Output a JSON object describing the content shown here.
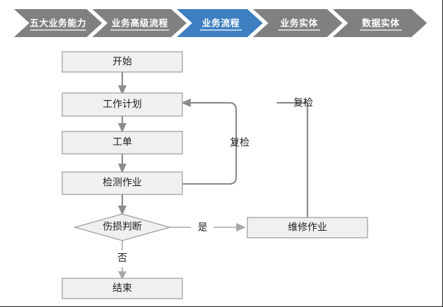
{
  "breadcrumb": {
    "active_color": "#3e7fc1",
    "inactive_color": "#808080",
    "items": [
      {
        "label": "五大业务能力",
        "active": false
      },
      {
        "label": "业务高级流程",
        "active": false
      },
      {
        "label": "业务流程",
        "active": true
      },
      {
        "label": "业务实体",
        "active": false
      },
      {
        "label": "数据实体",
        "active": false
      }
    ]
  },
  "flowchart": {
    "node_fill": "#f0f0f0",
    "node_stroke": "#9b9b9b",
    "edge_color": "#8c8c8c",
    "nodes": [
      {
        "id": "start",
        "label": "开始",
        "shape": "rect"
      },
      {
        "id": "plan",
        "label": "工作计划",
        "shape": "rect"
      },
      {
        "id": "order",
        "label": "工单",
        "shape": "rect"
      },
      {
        "id": "inspect",
        "label": "检测作业",
        "shape": "rect"
      },
      {
        "id": "decide",
        "label": "伤损判断",
        "shape": "diamond"
      },
      {
        "id": "repair",
        "label": "维修作业",
        "shape": "rect"
      },
      {
        "id": "end",
        "label": "结束",
        "shape": "rect"
      }
    ],
    "edge_labels": {
      "yes": "是",
      "no": "否",
      "recheck_inner": "复检",
      "recheck_outer": "复检"
    }
  }
}
